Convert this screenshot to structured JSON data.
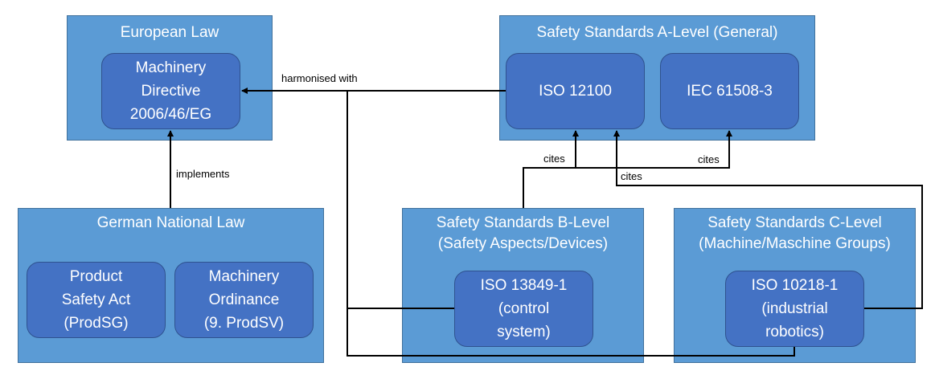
{
  "groups": {
    "european_law": {
      "title": "European Law"
    },
    "a_level": {
      "title": "Safety Standards A-Level (General)"
    },
    "german_law": {
      "title": "German National Law"
    },
    "b_level": {
      "title": "Safety Standards B-Level\n(Safety Aspects/Devices)"
    },
    "c_level": {
      "title": "Safety Standards C-Level\n(Machine/Maschine Groups)"
    }
  },
  "nodes": {
    "machinery_directive": "Machinery\nDirective\n2006/46/EG",
    "iso_12100": "ISO 12100",
    "iec_61508": "IEC 61508-3",
    "product_safety_act": "Product\nSafety Act\n(ProdSG)",
    "machinery_ordinance": "Machinery\nOrdinance\n(9. ProdSV)",
    "iso_13849": "ISO 13849-1\n(control\nsystem)",
    "iso_10218": "ISO 10218-1\n(industrial\nrobotics)"
  },
  "edges": {
    "harmonised_with": "harmonised with",
    "implements": "implements",
    "cites_b": "cites",
    "cites_c": "cites",
    "cites_iec": "cites"
  }
}
